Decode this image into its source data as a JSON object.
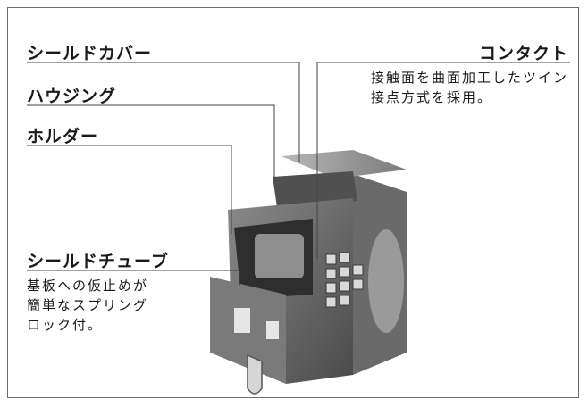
{
  "labels": {
    "shield_cover": "シールドカバー",
    "housing": "ハウジング",
    "holder": "ホルダー",
    "contact": "コンタクト",
    "shield_tube": "シールドチューブ"
  },
  "descriptions": {
    "contact_line1": "接触面を曲面加工したツイン",
    "contact_line2": "接点方式を採用。",
    "shield_tube_line1": "基板への仮止めが",
    "shield_tube_line2": "簡単なスプリング",
    "shield_tube_line3": "ロック付。"
  }
}
